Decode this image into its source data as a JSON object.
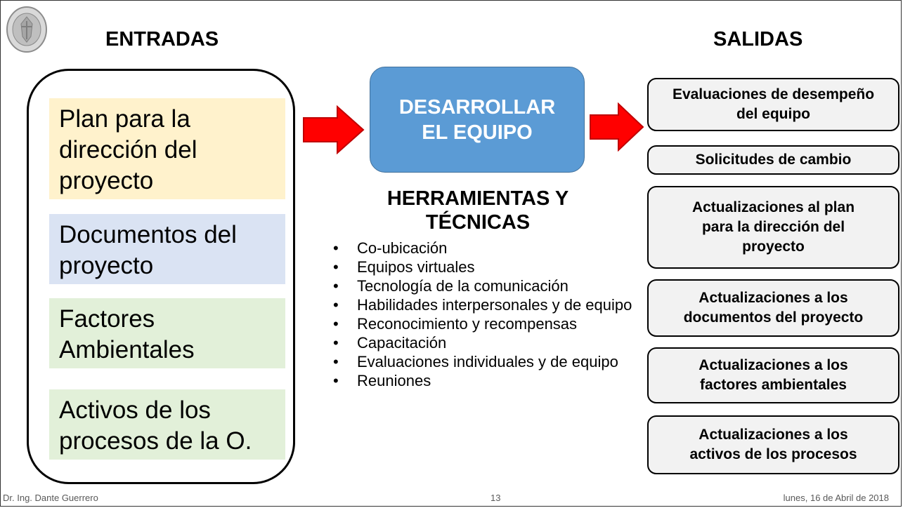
{
  "headings": {
    "inputs": "ENTRADAS",
    "outputs": "SALIDAS"
  },
  "inputs": [
    {
      "label": "Plan para la dirección del proyecto",
      "color": "#fff2cc"
    },
    {
      "label": "Documentos del proyecto",
      "color": "#dae3f3"
    },
    {
      "label": "Factores Ambientales",
      "color": "#e2f0d9"
    },
    {
      "label": "Activos de los procesos de la O.",
      "color": "#e2f0d9"
    }
  ],
  "process": {
    "label": "DESARROLLAR EL EQUIPO",
    "color": "#5b9bd5"
  },
  "tools": {
    "title": "HERRAMIENTAS Y TÉCNICAS",
    "items": [
      "Co-ubicación",
      "Equipos virtuales",
      "Tecnología de la comunicación",
      "Habilidades interpersonales y de equipo",
      "Reconocimiento y recompensas",
      "Capacitación",
      "Evaluaciones individuales y de equipo",
      "Reuniones"
    ]
  },
  "outputs": [
    "Evaluaciones de desempeño del equipo",
    "Solicitudes de cambio",
    "Actualizaciones al plan para la dirección del proyecto",
    "Actualizaciones a los documentos del proyecto",
    "Actualizaciones a los factores ambientales",
    "Actualizaciones a los activos de los procesos"
  ],
  "footer": {
    "author": "Dr. Ing. Dante Guerrero",
    "page": "13",
    "date": "lunes, 16 de Abril de 2018"
  },
  "colors": {
    "arrow": "#ff0000",
    "arrow_border": "#c00000"
  }
}
